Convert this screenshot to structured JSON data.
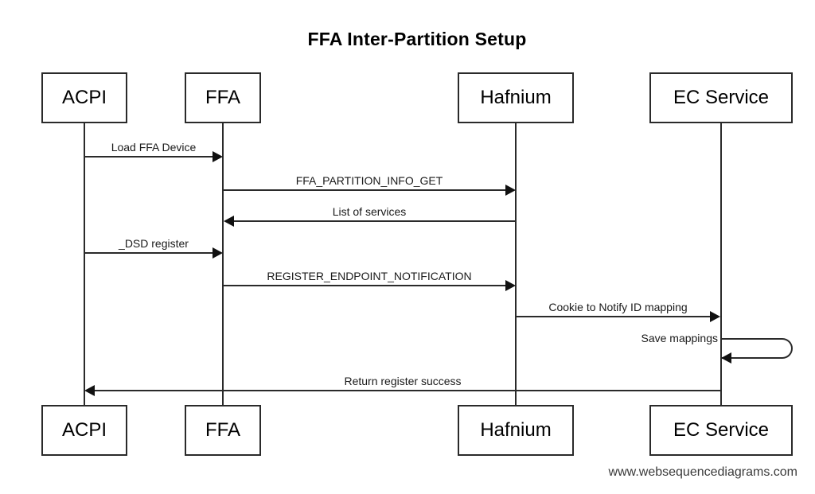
{
  "diagram": {
    "title": "FFA Inter-Partition Setup",
    "watermark": "www.websequencediagrams.com",
    "type": "sequence-diagram",
    "colors": {
      "background": "#ffffff",
      "line": "#2a2a2a",
      "text": "#000000",
      "watermark_text": "#3a3a3a"
    },
    "actors": [
      {
        "name": "ACPI"
      },
      {
        "name": "FFA"
      },
      {
        "name": "Hafnium"
      },
      {
        "name": "EC Service"
      }
    ],
    "messages": [
      {
        "from": "ACPI",
        "to": "FFA",
        "label": "Load FFA Device",
        "direction": "right"
      },
      {
        "from": "FFA",
        "to": "Hafnium",
        "label": "FFA_PARTITION_INFO_GET",
        "direction": "right"
      },
      {
        "from": "Hafnium",
        "to": "FFA",
        "label": "List of services",
        "direction": "left"
      },
      {
        "from": "ACPI",
        "to": "FFA",
        "label": "_DSD register",
        "direction": "right"
      },
      {
        "from": "FFA",
        "to": "Hafnium",
        "label": "REGISTER_ENDPOINT_NOTIFICATION",
        "direction": "right"
      },
      {
        "from": "Hafnium",
        "to": "EC Service",
        "label": "Cookie to Notify ID mapping",
        "direction": "right"
      },
      {
        "from": "EC Service",
        "to": "EC Service",
        "label": "Save mappings",
        "direction": "self"
      },
      {
        "from": "EC Service",
        "to": "ACPI",
        "label": "Return register success",
        "direction": "left"
      }
    ]
  }
}
